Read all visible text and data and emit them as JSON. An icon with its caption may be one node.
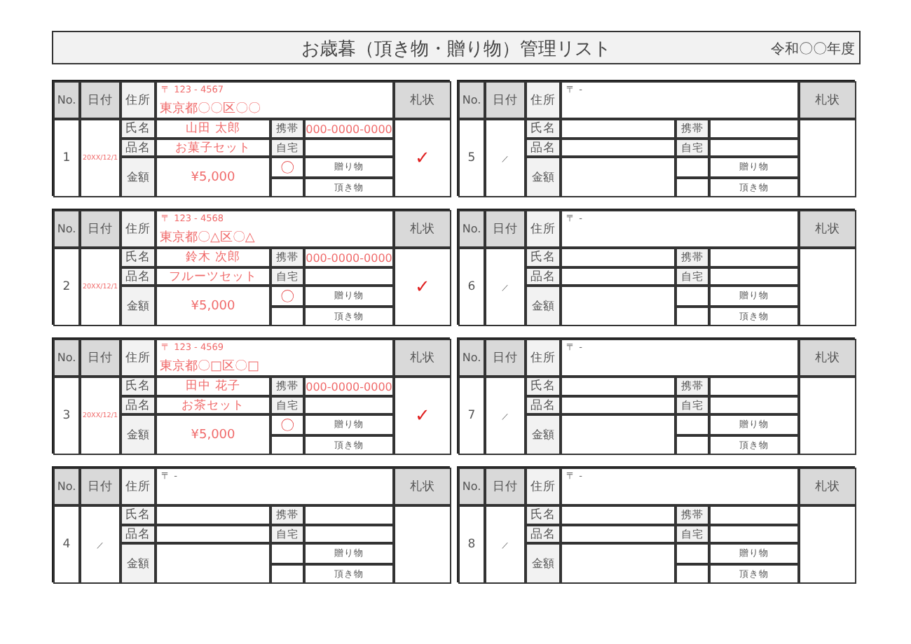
{
  "diagram": {
    "title": "お歳暮（頂き物・贈り物）管理リスト",
    "labels": [
      "令和〇〇年度",
      "No.",
      "日付",
      "住所",
      "〒 123 - 4567",
      "東京都〇〇区〇〇",
      "札状",
      "1",
      "20XX/12/1",
      "氏名",
      "山田 太郎",
      "携帯",
      "000-0000-0000",
      "品名",
      "お菓子セット",
      "自宅",
      "金額",
      "¥5,000",
      "〇",
      "贈り物",
      "頂き物",
      "✓",
      "No.",
      "日付",
      "住所",
      "〒 -",
      "札状",
      "5",
      "／",
      "氏名",
      "携帯",
      "品名",
      "自宅",
      "金額",
      "贈り物",
      "頂き物",
      "No.",
      "日付",
      "住所",
      "〒 123 - 4568",
      "東京都〇△区〇△",
      "札状",
      "2",
      "20XX/12/1",
      "氏名",
      "鈴木 次郎",
      "携帯",
      "000-0000-0000",
      "品名",
      "フルーツセット",
      "自宅",
      "金額",
      "¥5,000",
      "〇",
      "贈り物",
      "頂き物",
      "✓",
      "No.",
      "日付",
      "住所",
      "〒 -",
      "札状",
      "6",
      "／",
      "氏名",
      "携帯",
      "品名",
      "自宅",
      "金額",
      "贈り物",
      "頂き物",
      "No.",
      "日付",
      "住所",
      "〒 123 - 4569",
      "東京都〇□区〇□",
      "札状",
      "3",
      "20XX/12/1",
      "氏名",
      "田中 花子",
      "携帯",
      "000-0000-0000",
      "品名",
      "お茶セット",
      "自宅",
      "金額",
      "¥5,000",
      "〇",
      "贈り物",
      "頂き物",
      "✓",
      "No.",
      "日付",
      "住所",
      "〒 -",
      "札状",
      "7",
      "／",
      "氏名",
      "携帯",
      "品名",
      "自宅",
      "金額",
      "贈り物",
      "頂き物",
      "No.",
      "日付",
      "住所",
      "〒 -",
      "札状",
      "4",
      "／",
      "氏名",
      "携帯",
      "品名",
      "自宅",
      "金額",
      "贈り物",
      "頂き物",
      "No.",
      "日付",
      "住所",
      "〒 -",
      "札状",
      "8",
      "／",
      "氏名",
      "携帯",
      "品名",
      "自宅",
      "金額",
      "贈り物",
      "頂き物"
    ]
  }
}
